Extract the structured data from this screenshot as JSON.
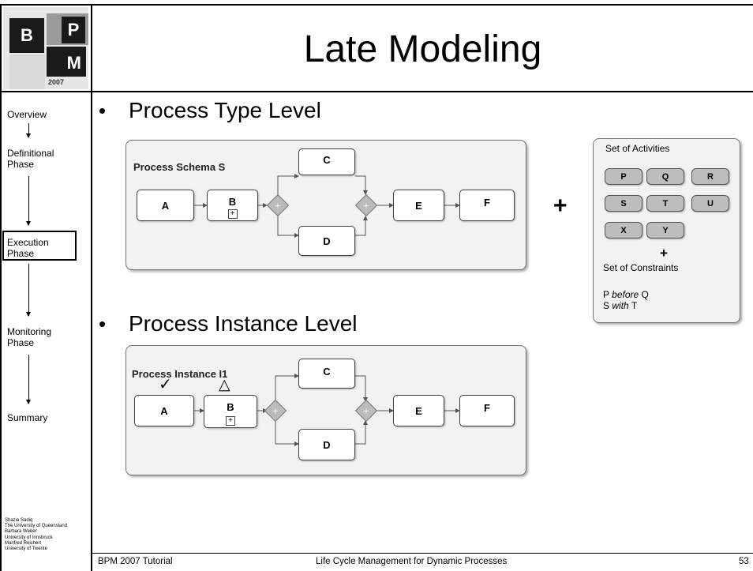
{
  "header": {
    "title": "Late Modeling"
  },
  "logo": {
    "letters": [
      "B",
      "P",
      "M"
    ],
    "year": "2007"
  },
  "sidebar": {
    "items": [
      {
        "label": "Overview"
      },
      {
        "label": "Definitional Phase"
      },
      {
        "label": "Execution Phase"
      },
      {
        "label": "Monitoring Phase"
      },
      {
        "label": "Summary"
      }
    ],
    "current": "Execution Phase",
    "authors": [
      "Shazia Sadiq",
      "The University of Queensland",
      "Barbara Weber",
      "University of Innsbruck",
      "Manfred Reichert",
      "University of Twente"
    ]
  },
  "content": {
    "bullet1": "Process Type Level",
    "bullet2": "Process Instance Level",
    "type_diagram": {
      "label": "Process Schema S",
      "activities": [
        "A",
        "B",
        "C",
        "D",
        "E",
        "F"
      ]
    },
    "instance_diagram": {
      "label": "Process Instance I1",
      "activities": [
        "A",
        "B",
        "C",
        "D",
        "E",
        "F"
      ],
      "marker_a": "✓",
      "marker_b": "△"
    },
    "plus_sign": "+",
    "activity_set": {
      "title": "Set of Activities",
      "items": [
        "P",
        "Q",
        "R",
        "S",
        "T",
        "U",
        "X",
        "Y"
      ],
      "plus": "+",
      "constraints_title": "Set of Constraints",
      "constraint1": {
        "a": "P",
        "rel": "before",
        "b": "Q"
      },
      "constraint2": {
        "a": "S",
        "rel": "with",
        "b": "T"
      }
    }
  },
  "footer": {
    "left": "BPM 2007 Tutorial",
    "center": "Life Cycle Management for Dynamic Processes",
    "page": "53"
  }
}
